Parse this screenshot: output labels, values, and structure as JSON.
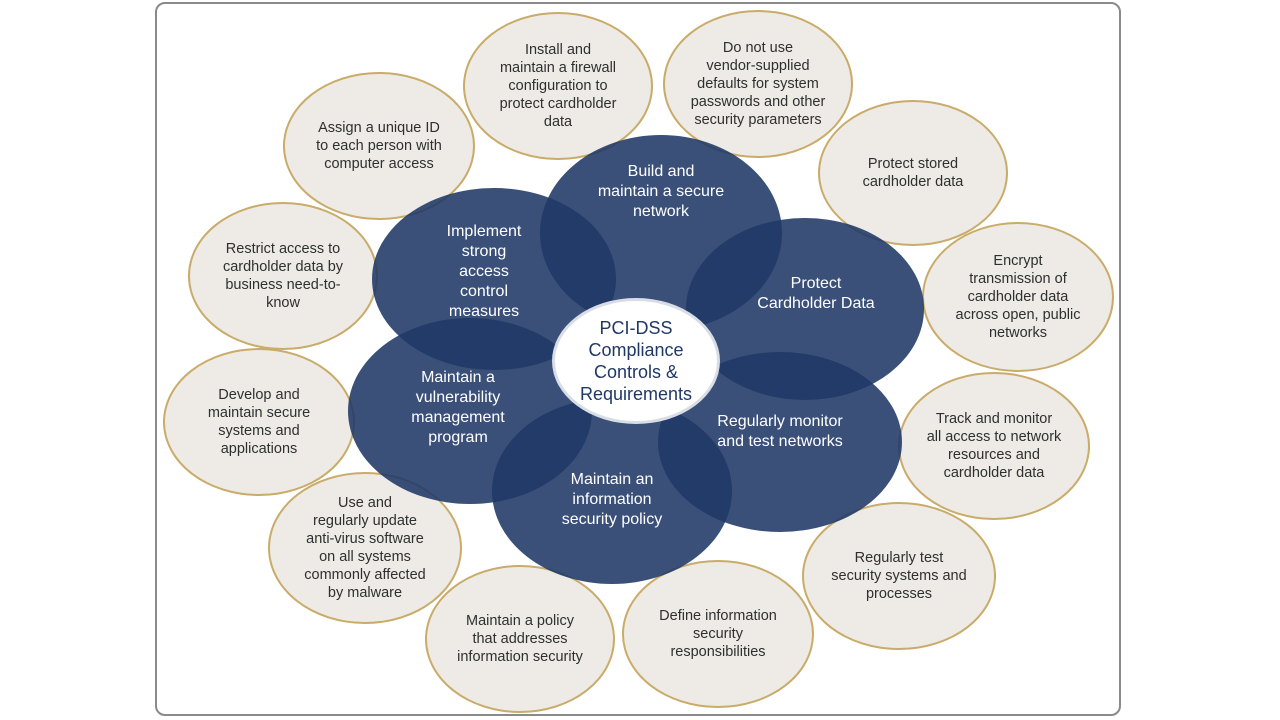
{
  "diagram": {
    "center": "PCI-DSS\nCompliance\nControls &\nRequirements",
    "goals": [
      "Build and\nmaintain a secure\nnetwork",
      "Protect\nCardholder Data",
      "Regularly monitor\nand test networks",
      "Maintain an\ninformation\nsecurity policy",
      "Maintain a\nvulnerability\nmanagement\nprogram",
      "Implement\nstrong\naccess\ncontrol\nmeasures"
    ],
    "requirements": [
      "Install and\nmaintain a firewall\nconfiguration to\nprotect cardholder\ndata",
      "Do not use\nvendor-supplied\ndefaults for system\npasswords and other\nsecurity parameters",
      "Protect stored\ncardholder data",
      "Encrypt\ntransmission of\ncardholder data\nacross open, public\nnetworks",
      "Track and monitor\nall access to network\nresources and\ncardholder data",
      "Regularly test\nsecurity systems and\nprocesses",
      "Define information\nsecurity\nresponsibilities",
      "Maintain a policy\nthat addresses\ninformation security",
      "Use and\nregularly update\nanti-virus software\non all systems\ncommonly affected\nby malware",
      "Develop and\nmaintain secure\nsystems and\napplications",
      "Restrict access to\ncardholder data by\nbusiness need-to-\nknow",
      "Assign a unique ID\nto each person with\ncomputer access"
    ]
  },
  "colors": {
    "inner_fill": "#1f3867",
    "outer_fill": "#eeebe6",
    "outer_border": "#c9ac6a",
    "center_text": "#1f3867"
  }
}
